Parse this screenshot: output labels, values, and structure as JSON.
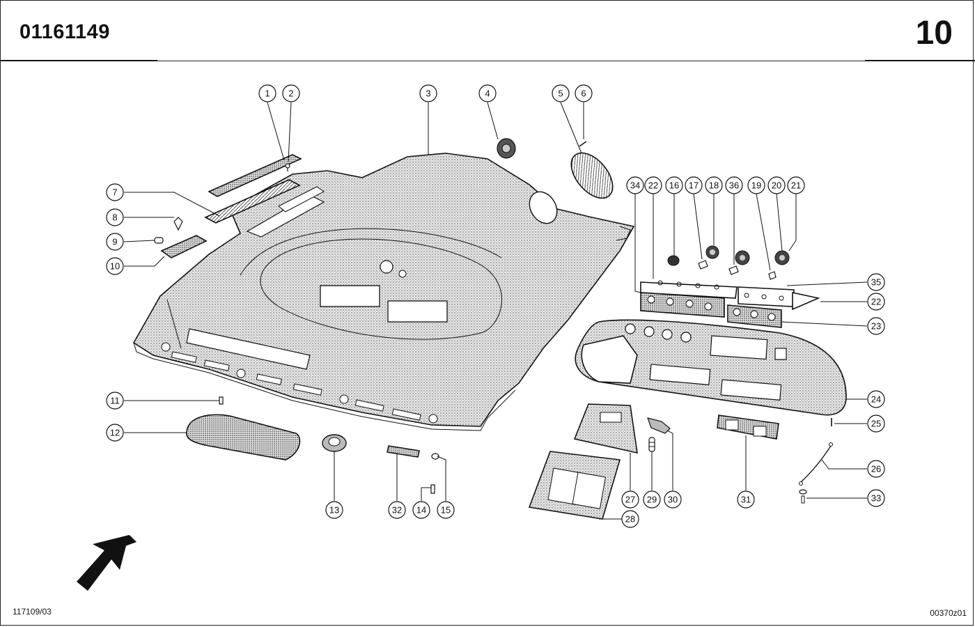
{
  "header": {
    "part_number": "01161149",
    "page_number": "10"
  },
  "footer": {
    "left_code": "117109/03",
    "right_code": "00370z01"
  },
  "callouts": [
    "1",
    "2",
    "3",
    "4",
    "5",
    "6",
    "7",
    "8",
    "9",
    "10",
    "11",
    "12",
    "13",
    "14",
    "15",
    "16",
    "17",
    "18",
    "19",
    "20",
    "21",
    "22",
    "23",
    "24",
    "25",
    "26",
    "27",
    "28",
    "29",
    "30",
    "31",
    "32",
    "33",
    "34",
    "35",
    "36"
  ],
  "icons": {
    "direction_arrow": "arrow-down-left-icon"
  }
}
